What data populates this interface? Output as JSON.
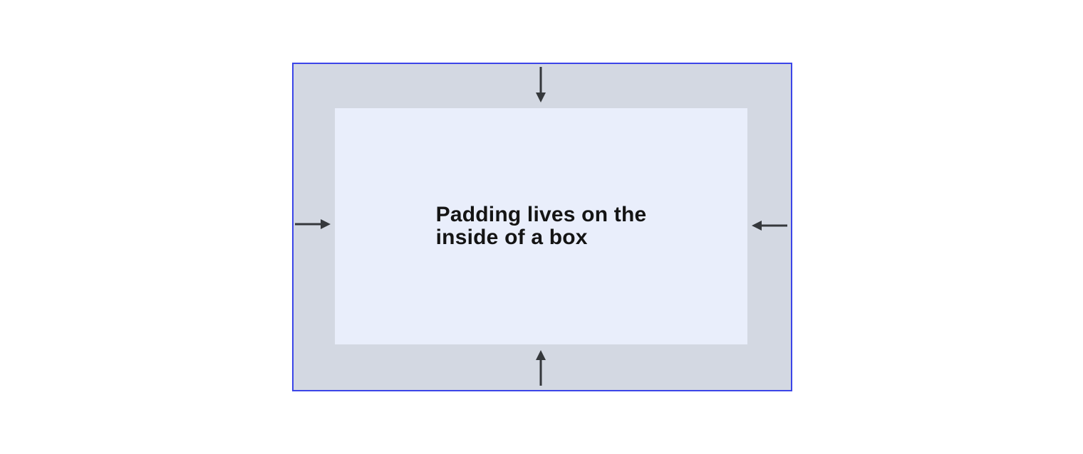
{
  "diagram": {
    "label": "Padding lives on the inside of a box",
    "label_lines": [
      "Padding lives on the",
      "inside of a box"
    ],
    "colors": {
      "page_background": "#ffffff",
      "border": "#3b45e8",
      "padding_area": "#d3d8e2",
      "content_box": "#e9eefb",
      "arrow": "#35383c",
      "text": "#141414"
    },
    "arrows": [
      {
        "side": "top",
        "direction": "down"
      },
      {
        "side": "bottom",
        "direction": "up"
      },
      {
        "side": "left",
        "direction": "right"
      },
      {
        "side": "right",
        "direction": "left"
      }
    ]
  }
}
